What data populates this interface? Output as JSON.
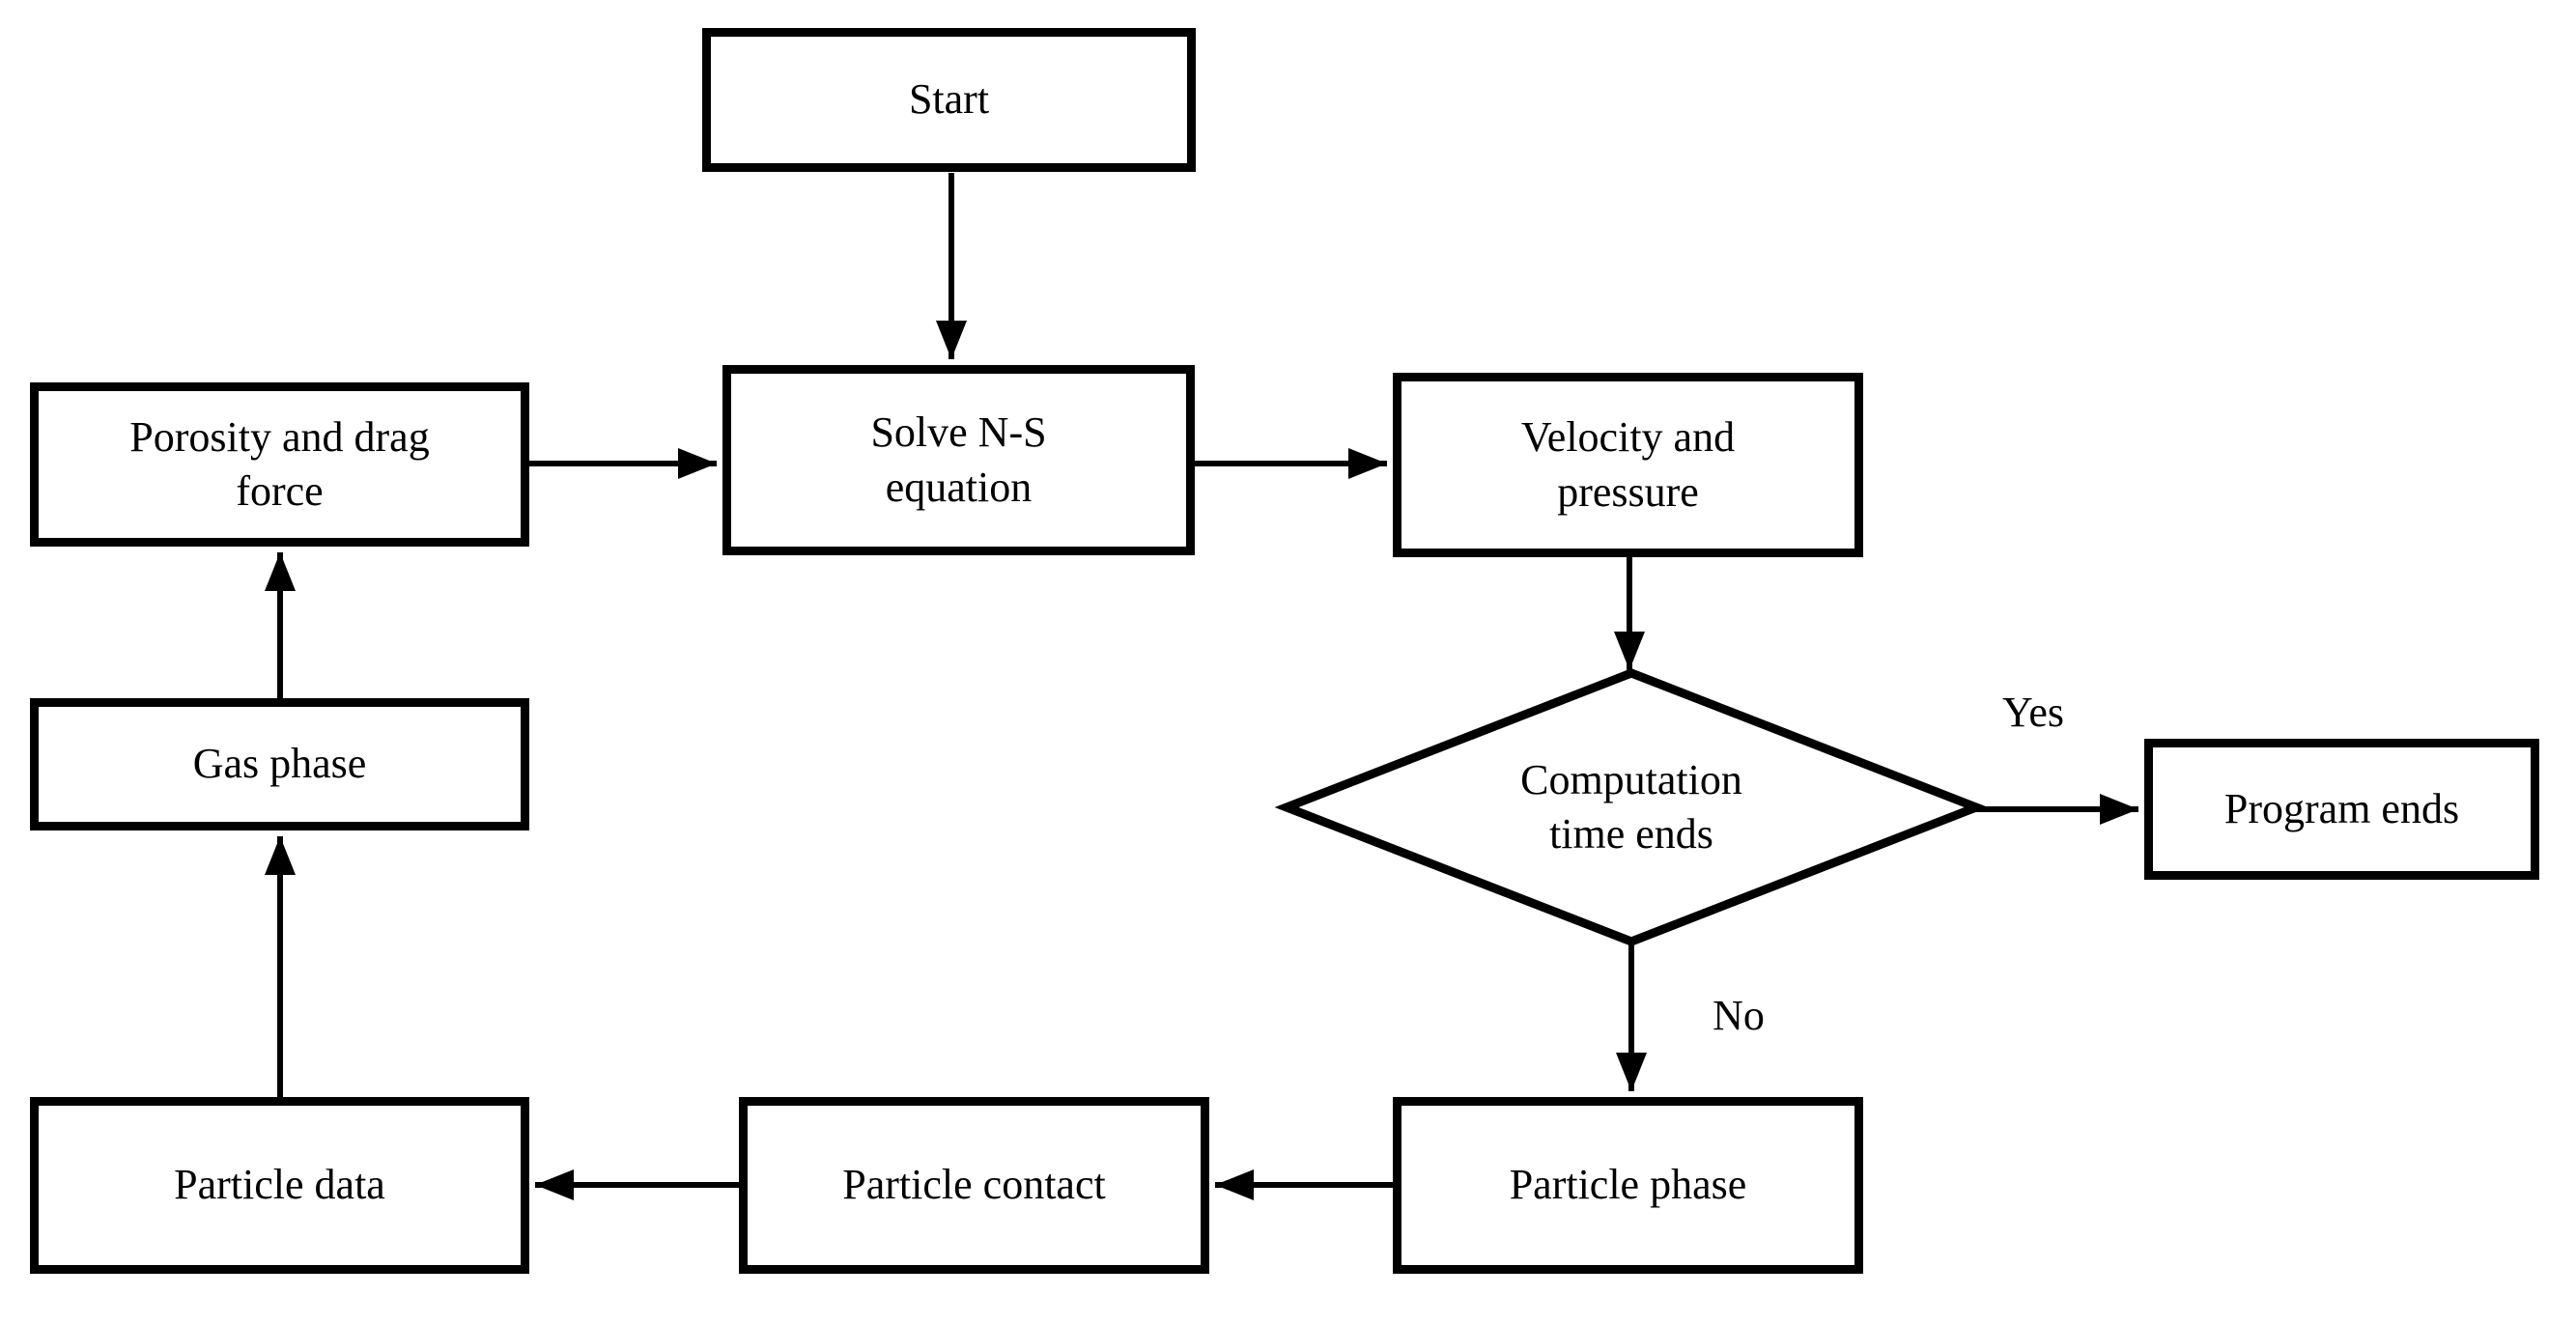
{
  "diagram": {
    "type": "flowchart",
    "background_color": "#ffffff",
    "stroke_color": "#000000",
    "nodes": [
      {
        "id": "start",
        "shape": "rect",
        "label": "Start",
        "lines": [
          "Start"
        ]
      },
      {
        "id": "porosity",
        "shape": "rect",
        "label": "Porosity and drag force",
        "lines": [
          "Porosity and drag",
          "force"
        ]
      },
      {
        "id": "solve_ns",
        "shape": "rect",
        "label": "Solve N-S equation",
        "lines": [
          "Solve N-S",
          "equation"
        ]
      },
      {
        "id": "velocity",
        "shape": "rect",
        "label": "Velocity and pressure",
        "lines": [
          "Velocity and",
          "pressure"
        ]
      },
      {
        "id": "computation",
        "shape": "diamond",
        "label": "Computation time ends",
        "lines": [
          "Computation",
          "time ends"
        ]
      },
      {
        "id": "program_ends",
        "shape": "rect",
        "label": "Program ends",
        "lines": [
          "Program ends"
        ]
      },
      {
        "id": "gas_phase",
        "shape": "rect",
        "label": "Gas phase",
        "lines": [
          "Gas phase"
        ]
      },
      {
        "id": "particle_phase",
        "shape": "rect",
        "label": "Particle phase",
        "lines": [
          "Particle phase"
        ]
      },
      {
        "id": "particle_contact",
        "shape": "rect",
        "label": "Particle contact",
        "lines": [
          "Particle contact"
        ]
      },
      {
        "id": "particle_data",
        "shape": "rect",
        "label": "Particle data",
        "lines": [
          "Particle data"
        ]
      }
    ],
    "edges": [
      {
        "from": "start",
        "to": "solve_ns",
        "label": ""
      },
      {
        "from": "porosity",
        "to": "solve_ns",
        "label": ""
      },
      {
        "from": "solve_ns",
        "to": "velocity",
        "label": ""
      },
      {
        "from": "velocity",
        "to": "computation",
        "label": ""
      },
      {
        "from": "computation",
        "to": "program_ends",
        "label": "Yes"
      },
      {
        "from": "computation",
        "to": "particle_phase",
        "label": "No"
      },
      {
        "from": "particle_phase",
        "to": "particle_contact",
        "label": ""
      },
      {
        "from": "particle_contact",
        "to": "particle_data",
        "label": ""
      },
      {
        "from": "particle_data",
        "to": "gas_phase",
        "label": ""
      },
      {
        "from": "gas_phase",
        "to": "porosity",
        "label": ""
      }
    ]
  }
}
